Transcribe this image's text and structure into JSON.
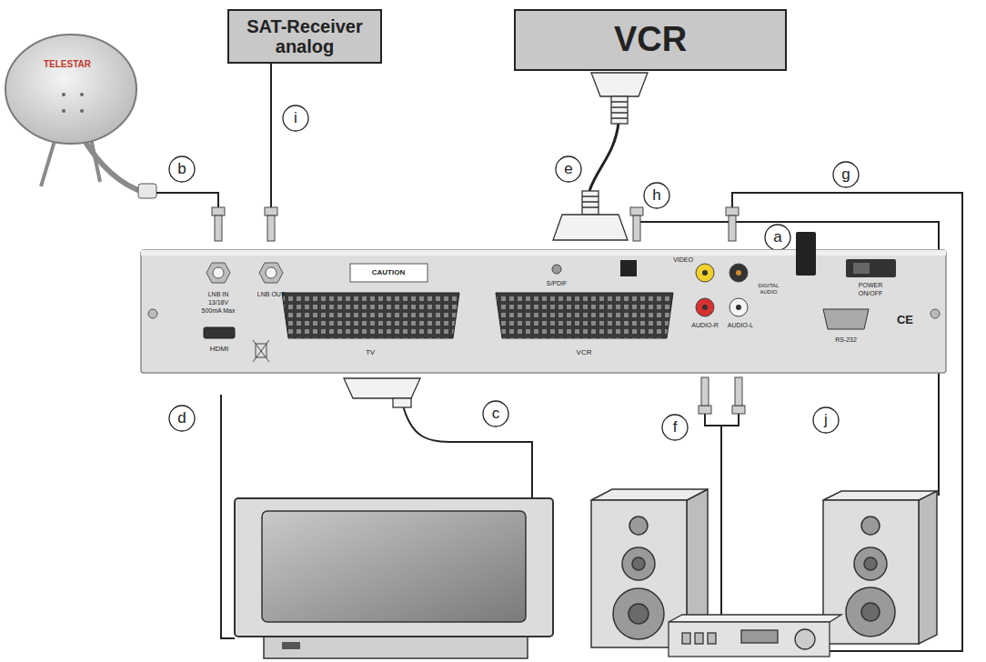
{
  "diagram": {
    "nodes": [
      {
        "text": [
          "SAT-Receiver analog"
        ]
      },
      {
        "text": [
          "VCR"
        ]
      }
    ],
    "labels": [
      "TELESTAR",
      "b",
      "i",
      "e",
      "h",
      "g",
      "a",
      "c",
      "d",
      "f",
      "j",
      "LNB IN",
      "13/18V",
      "500mA Max",
      "LNB OUT",
      "CAUTION",
      "HDMI",
      "TV",
      "VCR",
      "S/PDIF",
      "VIDEO",
      "DIGITAL AUDIO",
      "AUDIO-R",
      "AUDIO-L",
      "RS-232",
      "POWER",
      "ON/OFF",
      "CE"
    ]
  }
}
